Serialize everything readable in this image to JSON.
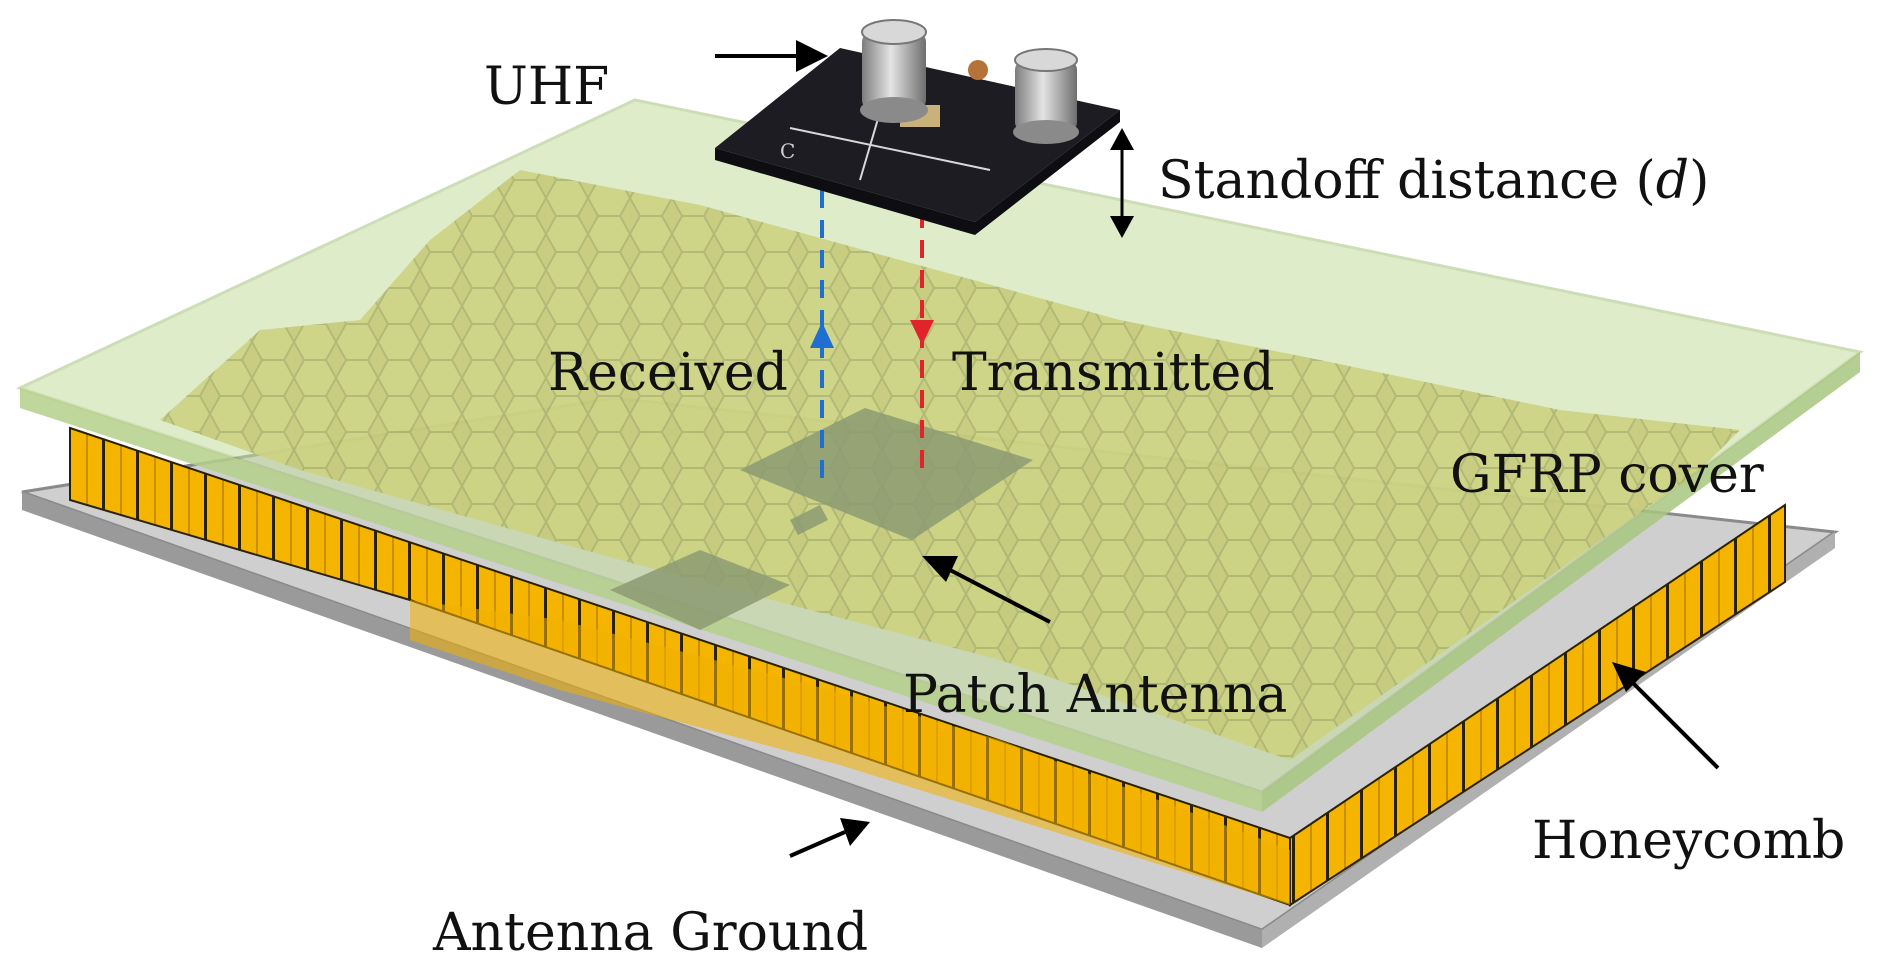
{
  "labels": {
    "uhf": "UHF",
    "standoff_main": "Standoff distance (",
    "standoff_var": "d",
    "standoff_close": ")",
    "received": "Received",
    "transmitted": "Transmitted",
    "gfrp_cover": "GFRP cover",
    "patch_antenna": "Patch Antenna",
    "honeycomb": "Honeycomb",
    "antenna_ground": "Antenna Ground",
    "board_mark": "C"
  },
  "colors": {
    "received_signal": "#1f6fd0",
    "transmitted_signal": "#e0242a",
    "gfrp_cover": "#c6dea0",
    "honeycomb": "#f4b400",
    "ground": "#c8c8c8",
    "patch": "#8a9a70",
    "board": "#1c1c22"
  }
}
